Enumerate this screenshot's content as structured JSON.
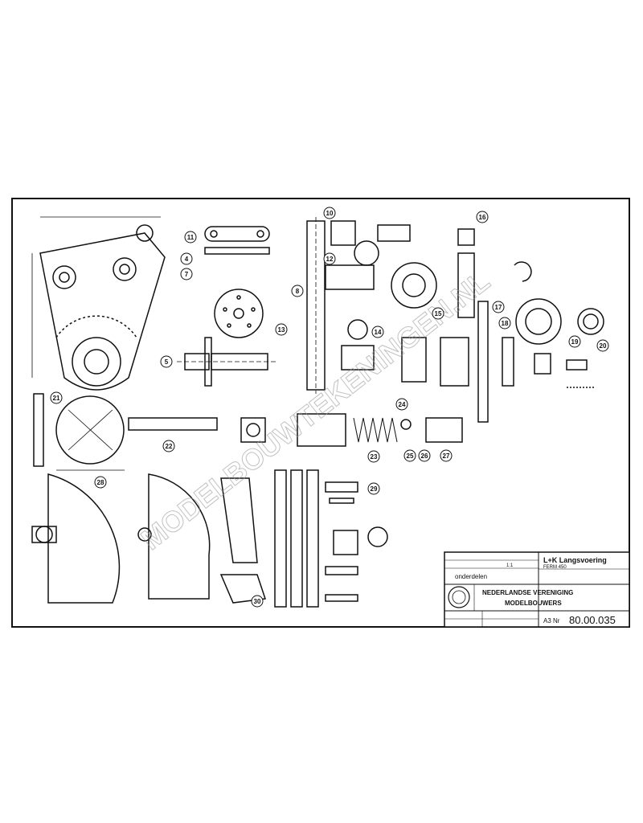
{
  "watermark": "MODELBOUWTEKENINGEN.NL",
  "title_block": {
    "scale": "1:1",
    "part_group": "onderdelen",
    "title_line_1": "L+K Langsvoering",
    "title_line_2": "FERM 450",
    "org_line_1": "NEDERLANDSE VERENIGING",
    "org_line_2": "MODELBOUWERS",
    "drawing_number": "80.00.035",
    "number_prefix": "A3 Nr"
  },
  "callouts": [
    "5",
    "4",
    "7",
    "8",
    "10",
    "11",
    "12",
    "13",
    "14",
    "15",
    "16",
    "17",
    "18",
    "19",
    "20",
    "21",
    "22",
    "23",
    "24",
    "25",
    "26",
    "27",
    "28",
    "29",
    "30"
  ],
  "colors": {
    "ink": "#111111",
    "paper": "#ffffff"
  }
}
